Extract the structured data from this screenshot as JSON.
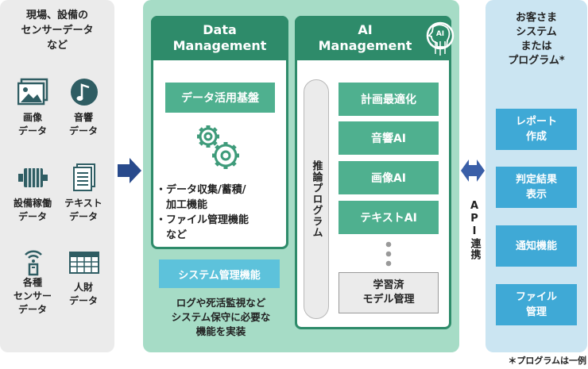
{
  "left_panel": {
    "title": "現場、設備の\nセンサーデータ\nなど",
    "sources": [
      {
        "label": "画像\nデータ",
        "icon": "image-icon"
      },
      {
        "label": "音響\nデータ",
        "icon": "music-note-icon"
      },
      {
        "label": "設備稼働\nデータ",
        "icon": "motor-icon"
      },
      {
        "label": "テキスト\nデータ",
        "icon": "document-icon"
      },
      {
        "label": "各種\nセンサー\nデータ",
        "icon": "sensor-icon"
      },
      {
        "label": "人財\nデータ",
        "icon": "spreadsheet-icon"
      }
    ]
  },
  "data_management": {
    "title": "Data\nManagement",
    "platform": "データ活用基盤",
    "bullets": "・データ収集/蓄積/\n　加工機能\n・ファイル管理機能\n　など",
    "system_function": "システム管理機能",
    "system_desc": "ログや死活監視など\nシステム保守に必要な\n機能を実装"
  },
  "ai_management": {
    "title": "AI\nManagement",
    "inference": "推論プログラム",
    "items": [
      "計画最適化",
      "音響AI",
      "画像AI",
      "テキストAI"
    ],
    "model_management": "学習済\nモデル管理"
  },
  "api_label": "API連携",
  "right_panel": {
    "title": "お客さま\nシステム\nまたは\nプログラム*",
    "items": [
      "レポート\n作成",
      "判定結果\n表示",
      "通知機能",
      "ファイル\n管理"
    ]
  },
  "footnote": "＊プログラムは一例",
  "colors": {
    "dark_green": "#2e8b6a",
    "mid_green": "#4fb08f",
    "light_green": "#a6dcc6",
    "blue": "#3fa9d6",
    "cyan": "#5dc2db",
    "light_blue": "#cbe5f2",
    "gray": "#ebebeb",
    "arrow_navy": "#284a8c"
  }
}
